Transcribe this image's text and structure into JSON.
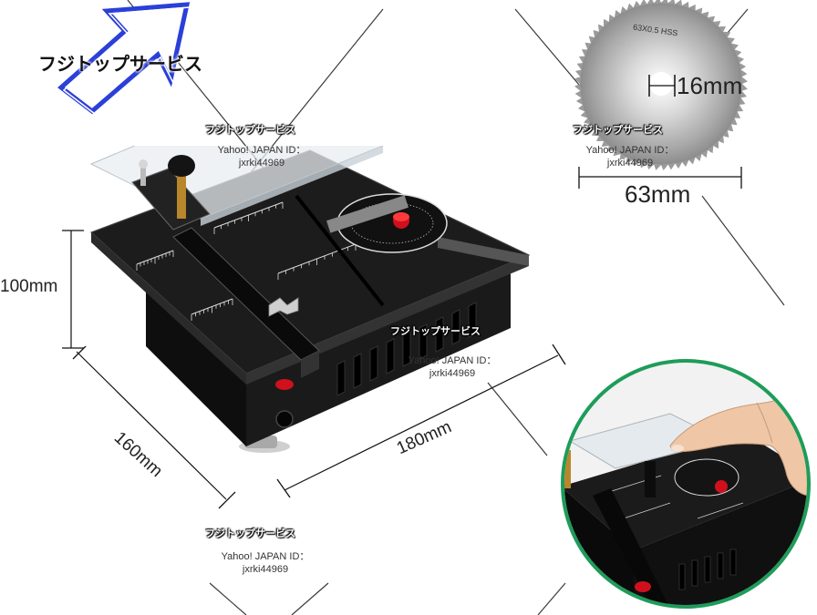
{
  "logo": {
    "text": "フジトップサービス"
  },
  "watermarks": [
    {
      "brand": "フジトップサービス",
      "line1": "Yahoo! JAPAN ID：",
      "line2": "jxrki44969"
    },
    {
      "brand": "フジトップサービス",
      "line1": "Yahoo! JAPAN ID：",
      "line2": "jxrki44969"
    },
    {
      "brand": "フジトップサービス",
      "line1": "Yahoo! JAPAN ID：",
      "line2": "jxrki44969"
    },
    {
      "brand": "フジトップサービス",
      "line1": "Yahoo! JAPAN ID：",
      "line2": "jxrki44969"
    }
  ],
  "blade": {
    "engraving": "63X0.5 HSS",
    "bore": "16mm",
    "diameter": "63mm"
  },
  "dimensions": {
    "height": "100mm",
    "depth": "160mm",
    "width": "180mm"
  },
  "colors": {
    "accent_green": "#1e9c5a",
    "logo_blue": "#2b3fd9",
    "body_black": "#151515",
    "knob_red": "#d0101c"
  }
}
